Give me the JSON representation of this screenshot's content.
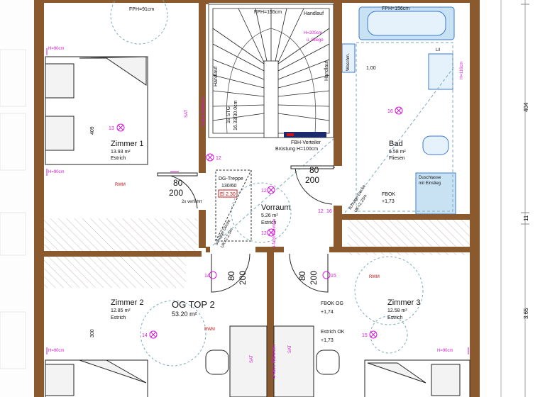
{
  "plan": {
    "unit_label": "OG  TOP 2",
    "unit_area": "53.20 m²",
    "rooms": [
      {
        "name": "Zimmer 1",
        "area": "13.93 m²",
        "floor": "Estrich"
      },
      {
        "name": "Zimmer 2",
        "area": "12.85 m²",
        "floor": "Estrich"
      },
      {
        "name": "Zimmer 3",
        "area": "12.58 m²",
        "floor": "Estrich"
      },
      {
        "name": "Vorraum",
        "area": "5.26 m²",
        "floor": "Estrich"
      },
      {
        "name": "Bad",
        "area": "6.58 m²",
        "floor": "Fliesen"
      }
    ],
    "doors": [
      {
        "w": "80",
        "h": "200"
      },
      {
        "w": "80",
        "h": "200"
      },
      {
        "w": "80",
        "h": "200"
      },
      {
        "w": "80",
        "h": "200"
      }
    ],
    "fph": [
      "FPH=91cm",
      "FPH=155cm",
      "FPH=156cm"
    ],
    "stair": {
      "handlauf": "Handlauf",
      "steps": "18 STG",
      "step_size": "16.33/30.0cm"
    },
    "dims": [
      "404",
      "11",
      "3.65",
      "409",
      "300"
    ],
    "labels": {
      "h_tag": "H=90cm",
      "h200": "H=200cm",
      "h_bad": "H=116cm",
      "ueber_gelaender": "ü. Stiege",
      "fbh_verteiler": "FBH-Verteiler",
      "bruestung": "Brüstung H=100cm",
      "dg_treppe": "DG-Treppe",
      "dg_size": "130/60",
      "eg_ref": "El 2.30",
      "decke_left": "schräge Decke",
      "decke_left2": "UK=2.2.5m",
      "decke_bad": "schräge Decke",
      "decke_bad2": "UK=2.25m",
      "fbok_bad": "FBOK",
      "fbok_bad_val": "+1,73",
      "fbok_og": "FBOK OG",
      "fbok_og_val": "+1,74",
      "estrich_ok": "Estrich OK",
      "estrich_ok_val": "+1,73",
      "wasch": "Waschm.",
      "lh": "L/l",
      "dusche": "Duschtasse",
      "dusche2": "mit Einstieg",
      "val_100": "1.00",
      "rahmen": "4-fach Rahmen",
      "sat": "SAT",
      "zweifach": "2x verfahrt",
      "rwm": "RWM"
    },
    "markers": [
      "13",
      "12",
      "12",
      "12",
      "12",
      "16",
      "16",
      "14",
      "14",
      "15",
      "15"
    ]
  },
  "colors": {
    "wall": "#8a5a2e",
    "magenta": "#d21ad2",
    "blue": "#3a78d8",
    "cyan": "#2fb7c8",
    "red": "#c81414",
    "hatch": "#b4a7a0",
    "bath_fill": "#c8e2f4",
    "dashed": "#7aaab6"
  }
}
